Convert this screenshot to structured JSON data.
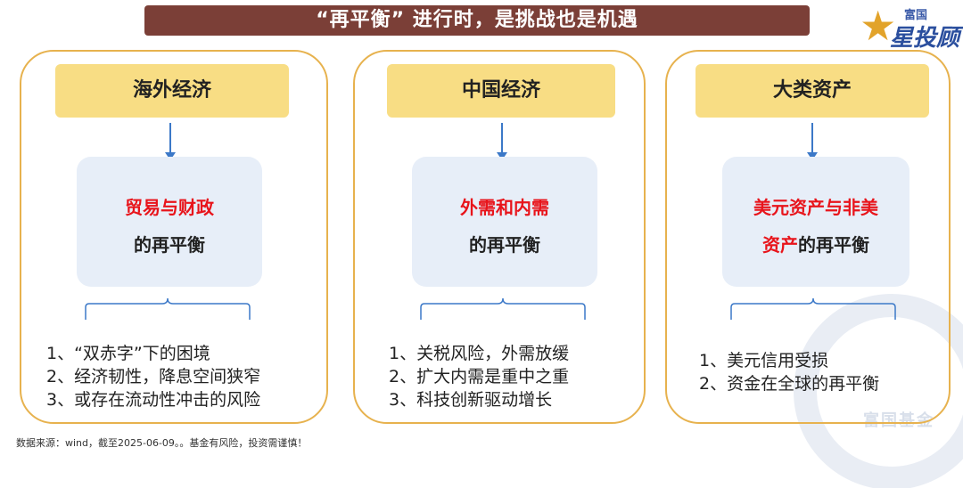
{
  "title": "“再平衡” 进行时，是挑战也是机遇",
  "logo": {
    "top": "富国",
    "bottom": "星投顾"
  },
  "watermark": "富国基金",
  "panels": [
    {
      "header": "海外经济",
      "mid_red": "贸易与财政",
      "mid_line2": "的再平衡",
      "points": [
        "1、“双赤字”下的困境",
        "2、经济韧性，降息空间狭窄",
        "3、或存在流动性冲击的风险"
      ]
    },
    {
      "header": "中国经济",
      "mid_red": "外需和内需",
      "mid_line2": "的再平衡",
      "points": [
        "1、关税风险，外需放缓",
        "2、扩大内需是重中之重",
        "3、科技创新驱动增长"
      ]
    },
    {
      "header": "大类资产",
      "mid_red": "美元资产与非美",
      "mid_line2_red": "资产",
      "mid_line2": "的再平衡",
      "points": [
        "1、美元信用受损",
        "2、资金在全球的再平衡"
      ]
    }
  ],
  "footer": "数据来源：wind，截至2025-06-09。。基金有风险，投资需谨慎！",
  "colors": {
    "banner": "#7b3f37",
    "panel_border": "#e7b24e",
    "header_fill": "#f8dd84",
    "mid_fill": "#e7eef8",
    "accent_red": "#e8141b",
    "arrow": "#3c79c8"
  }
}
